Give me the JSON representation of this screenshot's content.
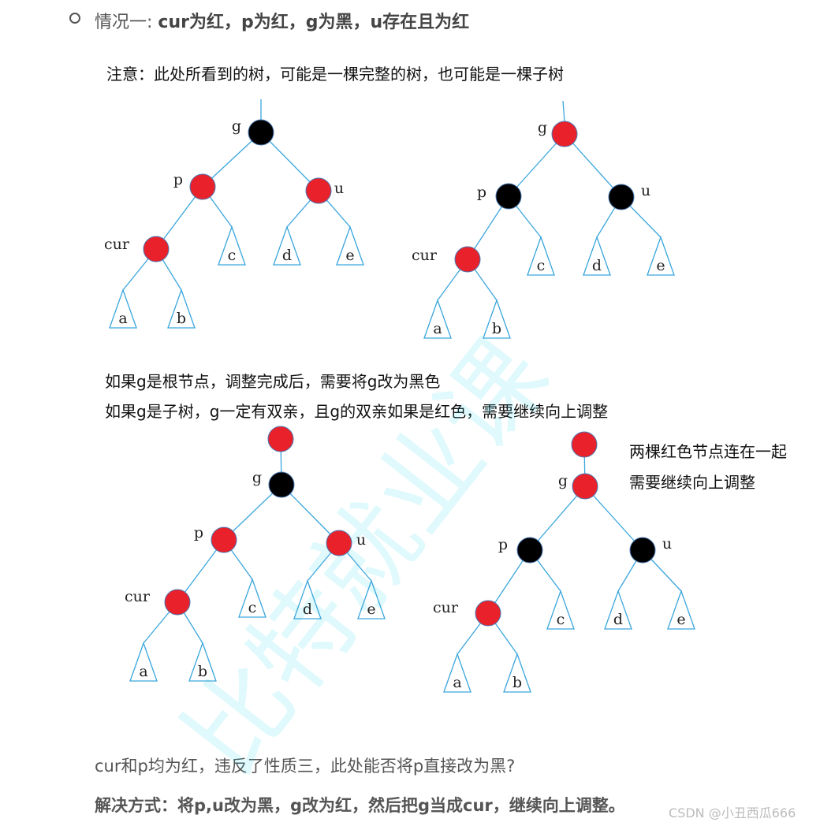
{
  "heading": {
    "bullet_icon": "hollow-circle-bullet",
    "prefix": "情况一: ",
    "bold": "cur为红，p为红，g为黑，u存在且为红"
  },
  "note": "注意：此处所看到的树，可能是一棵完整的树，也可能是一棵子树",
  "middle_lines": [
    "如果g是根节点，调整完成后，需要将g改为黑色",
    "如果g是子树，g一定有双亲，且g的双亲如果是红色，需要继续向上调整"
  ],
  "side_note": [
    "两棵红色节点连在一起",
    "需要继续向上调整"
  ],
  "question": "cur和p均为红，违反了性质三，此处能否将p直接改为黑?",
  "solution": "解决方式：将p,u改为黑，g改为红，然后把g当成cur，继续向上调整。",
  "credit": "CSDN @小丑西瓜666",
  "watermark": "比特就业课",
  "colors": {
    "red_node": "#e8212b",
    "black_node": "#000000",
    "edge": "#3aa6dd",
    "node_stroke": "#4a7ab5"
  },
  "trees": [
    {
      "node_colors": {
        "parent": null,
        "g": "black",
        "p": "red",
        "u": "red",
        "cur": "red"
      },
      "labels": {
        "g": "g",
        "p": "p",
        "u": "u",
        "cur": "cur",
        "a": "a",
        "b": "b",
        "c": "c",
        "d": "d",
        "e": "e"
      }
    },
    {
      "node_colors": {
        "parent": null,
        "g": "red",
        "p": "black",
        "u": "black",
        "cur": "red"
      },
      "labels": {
        "g": "g",
        "p": "p",
        "u": "u",
        "cur": "cur",
        "a": "a",
        "b": "b",
        "c": "c",
        "d": "d",
        "e": "e"
      }
    },
    {
      "node_colors": {
        "parent": "red",
        "g": "black",
        "p": "red",
        "u": "red",
        "cur": "red"
      },
      "labels": {
        "g": "g",
        "p": "p",
        "u": "u",
        "cur": "cur",
        "a": "a",
        "b": "b",
        "c": "c",
        "d": "d",
        "e": "e"
      }
    },
    {
      "node_colors": {
        "parent": "red",
        "g": "red",
        "p": "black",
        "u": "black",
        "cur": "red"
      },
      "labels": {
        "g": "g",
        "p": "p",
        "u": "u",
        "cur": "cur",
        "a": "a",
        "b": "b",
        "c": "c",
        "d": "d",
        "e": "e"
      }
    }
  ]
}
